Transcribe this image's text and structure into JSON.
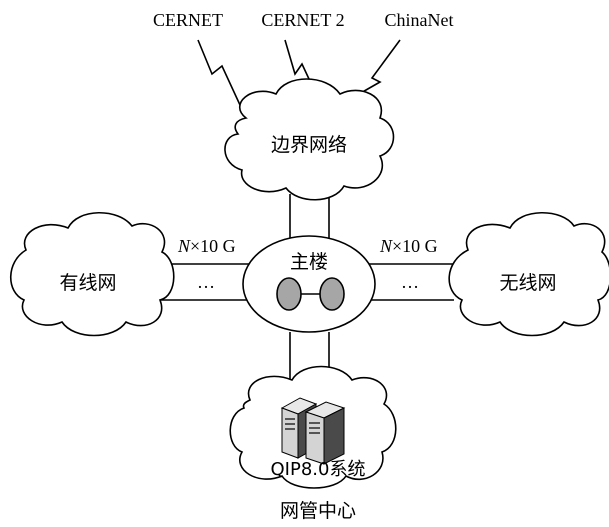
{
  "external_networks": [
    {
      "name": "CERNET"
    },
    {
      "name": "CERNET 2"
    },
    {
      "name": "ChinaNet"
    }
  ],
  "border_network": {
    "label": "边界网络"
  },
  "main_building": {
    "label": "主楼"
  },
  "wired_network": {
    "label": "有线网"
  },
  "wireless_network": {
    "label": "无线网"
  },
  "links": {
    "left": {
      "label_var": "N",
      "label_rest": "×10 G",
      "ellipsis": "…"
    },
    "right": {
      "label_var": "N",
      "label_rest": "×10 G",
      "ellipsis": "…"
    }
  },
  "management_center": {
    "system_label": "QIP8.0系统",
    "caption": "网管中心"
  },
  "colors": {
    "line": "#000000",
    "background": "#ffffff",
    "node_fill": "#a6a6a6",
    "server_light": "#e8e8e8",
    "server_dark": "#4a4a4a"
  }
}
